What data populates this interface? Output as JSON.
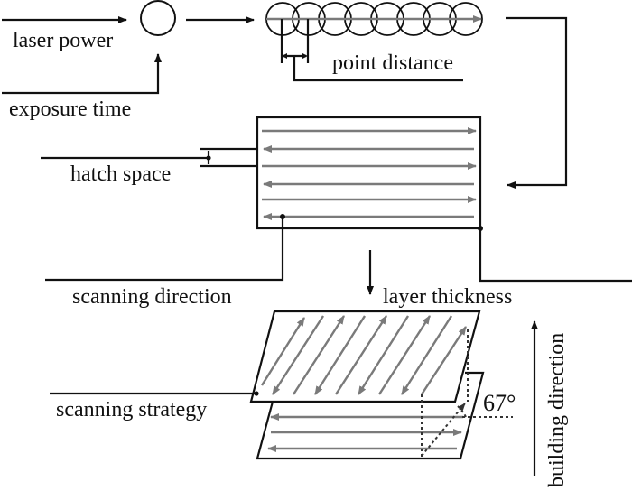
{
  "diagram": {
    "title": "Laser powder bed fusion process parameters",
    "labels": {
      "laser_power": "laser power",
      "exposure_time": "exposure time",
      "point_distance": "point distance",
      "hatch_space": "hatch space",
      "scanning_direction": "scanning direction",
      "layer_thickness": "layer thickness",
      "scanning_strategy": "scanning strategy",
      "rotation_angle": "67°",
      "building_direction": "building direction"
    },
    "colors": {
      "line": "#111111",
      "scan_vector": "#7a7a7a",
      "background": "#ffffff"
    },
    "point_sequence_count": 8,
    "hatch_vector_count": 6,
    "hatch_pattern": [
      "right",
      "left",
      "right",
      "left",
      "right",
      "left"
    ],
    "layer_rotation_degrees": 67,
    "flow": [
      {
        "from": "laser power + exposure time",
        "to": "single laser point"
      },
      {
        "from": "single laser point",
        "to": "point sequence (point distance)"
      },
      {
        "from": "point sequence",
        "to": "hatched layer (hatch space, scanning direction, layer thickness)"
      },
      {
        "from": "hatched layer",
        "to": "stacked layers (scanning strategy, 67° rotation, building direction)"
      }
    ]
  }
}
